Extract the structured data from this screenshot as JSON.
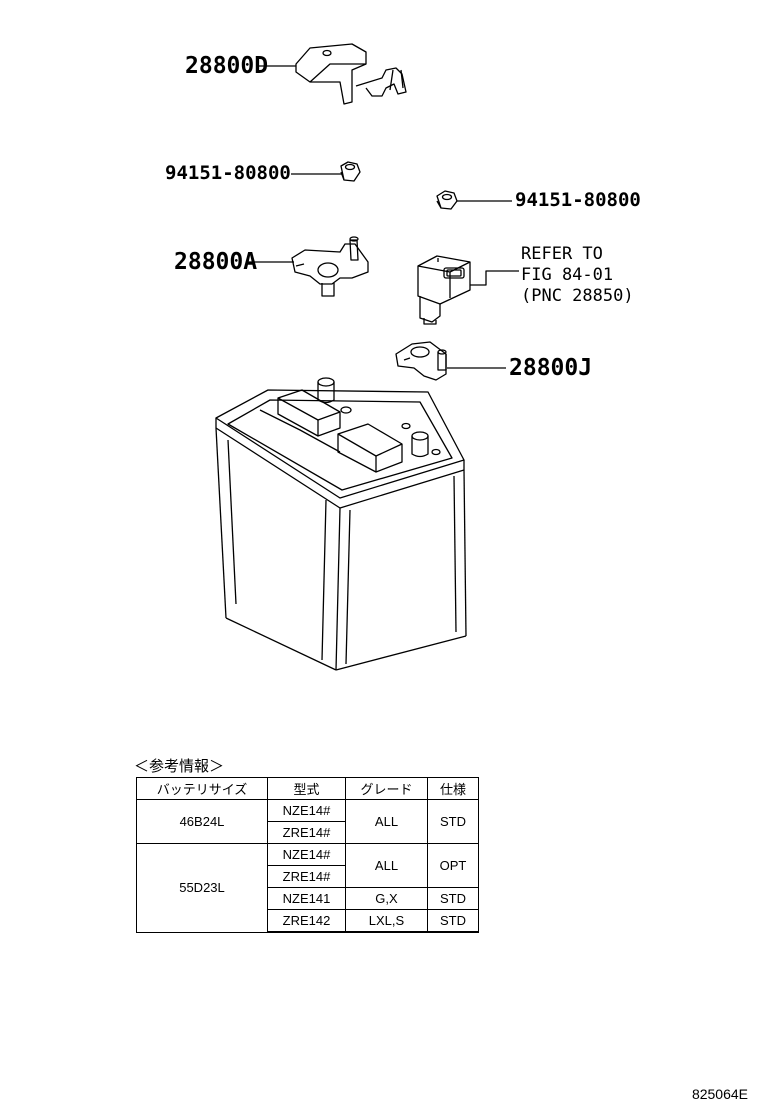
{
  "callouts": {
    "top_cover": "28800D",
    "nut_left": "94151-80800",
    "nut_right": "94151-80800",
    "clamp_a": "28800A",
    "clamp_j": "28800J",
    "refer_line1": "REFER TO",
    "refer_line2": "FIG 84-01",
    "refer_line3": "(PNC 28850)"
  },
  "reference": {
    "title": "＜参考情報＞",
    "headers": [
      "バッテリサイズ",
      "型式",
      "グレード",
      "仕様"
    ],
    "rows": [
      {
        "size": "46B24L",
        "models": [
          "NZE14#",
          "ZRE14#"
        ],
        "grade": "ALL",
        "spec": "STD"
      },
      {
        "size": "55D23L",
        "models": [
          "NZE14#",
          "ZRE14#"
        ],
        "grade": "ALL",
        "spec": "OPT"
      },
      {
        "models": [
          "NZE141"
        ],
        "grade": "G,X",
        "spec": "STD"
      },
      {
        "models": [
          "ZRE142"
        ],
        "grade": "LXL,S",
        "spec": "STD"
      }
    ]
  },
  "figure_code": "825064E"
}
